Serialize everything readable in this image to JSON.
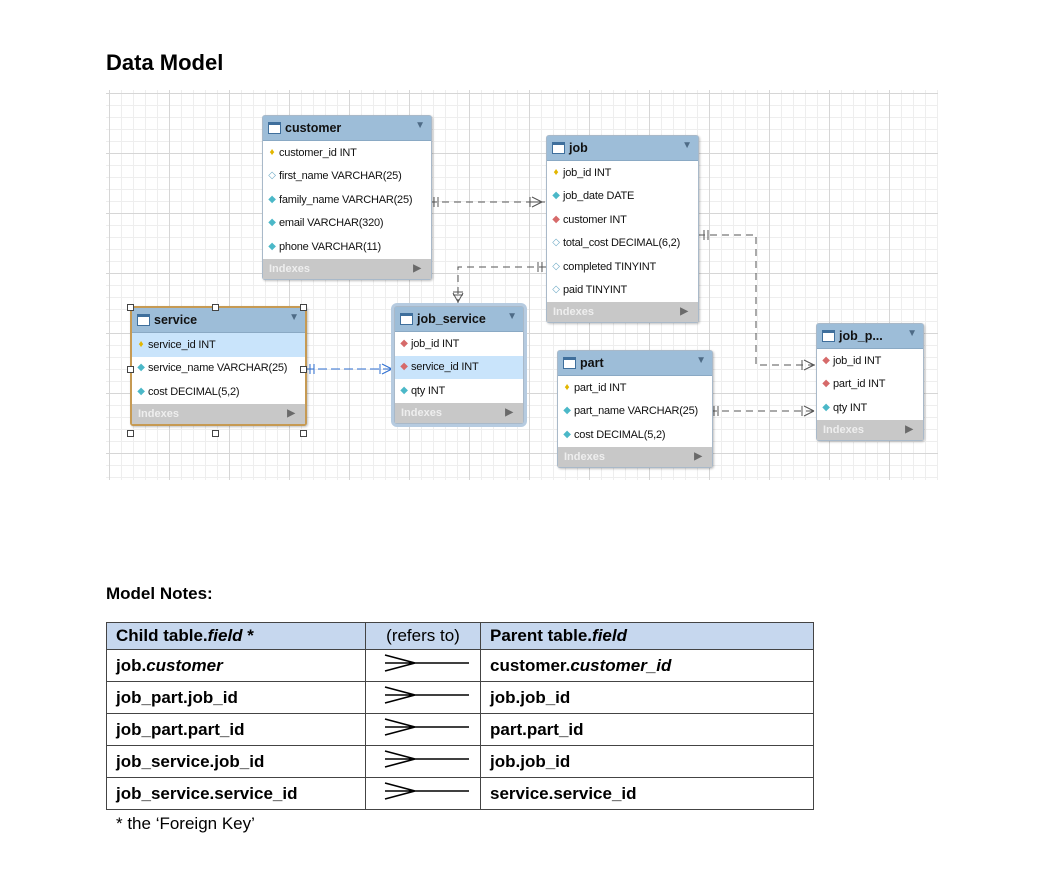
{
  "title": "Data Model",
  "tables": {
    "customer": {
      "name": "customer",
      "fields": [
        {
          "icon": "pk",
          "text": "customer_id INT"
        },
        {
          "icon": "nl",
          "text": "first_name VARCHAR(25)"
        },
        {
          "icon": "nn",
          "text": "family_name VARCHAR(25)"
        },
        {
          "icon": "nn",
          "text": "email VARCHAR(320)"
        },
        {
          "icon": "nn",
          "text": "phone VARCHAR(11)"
        }
      ],
      "indexes": "Indexes"
    },
    "job": {
      "name": "job",
      "fields": [
        {
          "icon": "pk",
          "text": "job_id INT"
        },
        {
          "icon": "nn",
          "text": "job_date DATE"
        },
        {
          "icon": "fk",
          "text": "customer INT"
        },
        {
          "icon": "nl",
          "text": "total_cost DECIMAL(6,2)"
        },
        {
          "icon": "nl",
          "text": "completed TINYINT"
        },
        {
          "icon": "nl",
          "text": "paid TINYINT"
        }
      ],
      "indexes": "Indexes"
    },
    "service": {
      "name": "service",
      "fields": [
        {
          "icon": "pk",
          "text": "service_id INT"
        },
        {
          "icon": "nn",
          "text": "service_name VARCHAR(25)"
        },
        {
          "icon": "nn",
          "text": "cost DECIMAL(5,2)"
        }
      ],
      "indexes": "Indexes"
    },
    "job_service": {
      "name": "job_service",
      "fields": [
        {
          "icon": "fk",
          "text": "job_id INT"
        },
        {
          "icon": "fk",
          "text": "service_id INT"
        },
        {
          "icon": "nn",
          "text": "qty INT"
        }
      ],
      "indexes": "Indexes"
    },
    "part": {
      "name": "part",
      "fields": [
        {
          "icon": "pk",
          "text": "part_id INT"
        },
        {
          "icon": "nn",
          "text": "part_name VARCHAR(25)"
        },
        {
          "icon": "nn",
          "text": "cost DECIMAL(5,2)"
        }
      ],
      "indexes": "Indexes"
    },
    "job_part": {
      "name": "job_p...",
      "fields": [
        {
          "icon": "fk",
          "text": "job_id INT"
        },
        {
          "icon": "fk",
          "text": "part_id INT"
        },
        {
          "icon": "nn",
          "text": "qty INT"
        }
      ],
      "indexes": "Indexes"
    }
  },
  "notes": {
    "heading": "Model Notes:",
    "columns": [
      {
        "plain": "Child table.",
        "italic": "field",
        "suffix": " *"
      },
      {
        "text": "(refers to)"
      },
      {
        "plain": "Parent table.",
        "italic": "field"
      }
    ],
    "rows": [
      {
        "child": "job.",
        "child_italic": "customer",
        "parent": "customer.",
        "parent_italic": "customer_id"
      },
      {
        "child": "job_part.job_id",
        "child_italic": "",
        "parent": "job.job_id",
        "parent_italic": ""
      },
      {
        "child": "job_part.part_id",
        "child_italic": "",
        "parent": "part.part_id",
        "parent_italic": ""
      },
      {
        "child": "job_service.job_id",
        "child_italic": "",
        "parent": "job.job_id",
        "parent_italic": ""
      },
      {
        "child": "job_service.service_id",
        "child_italic": "",
        "parent": "service.service_id",
        "parent_italic": ""
      }
    ],
    "footnote": "* the ‘Foreign Key’"
  },
  "colors": {
    "header": "#9dbdd8",
    "selected_border": "#c69a53",
    "highlight_row": "#c9e4fb",
    "primary_key": "#e2b600",
    "foreign_key": "#d66a6a"
  }
}
